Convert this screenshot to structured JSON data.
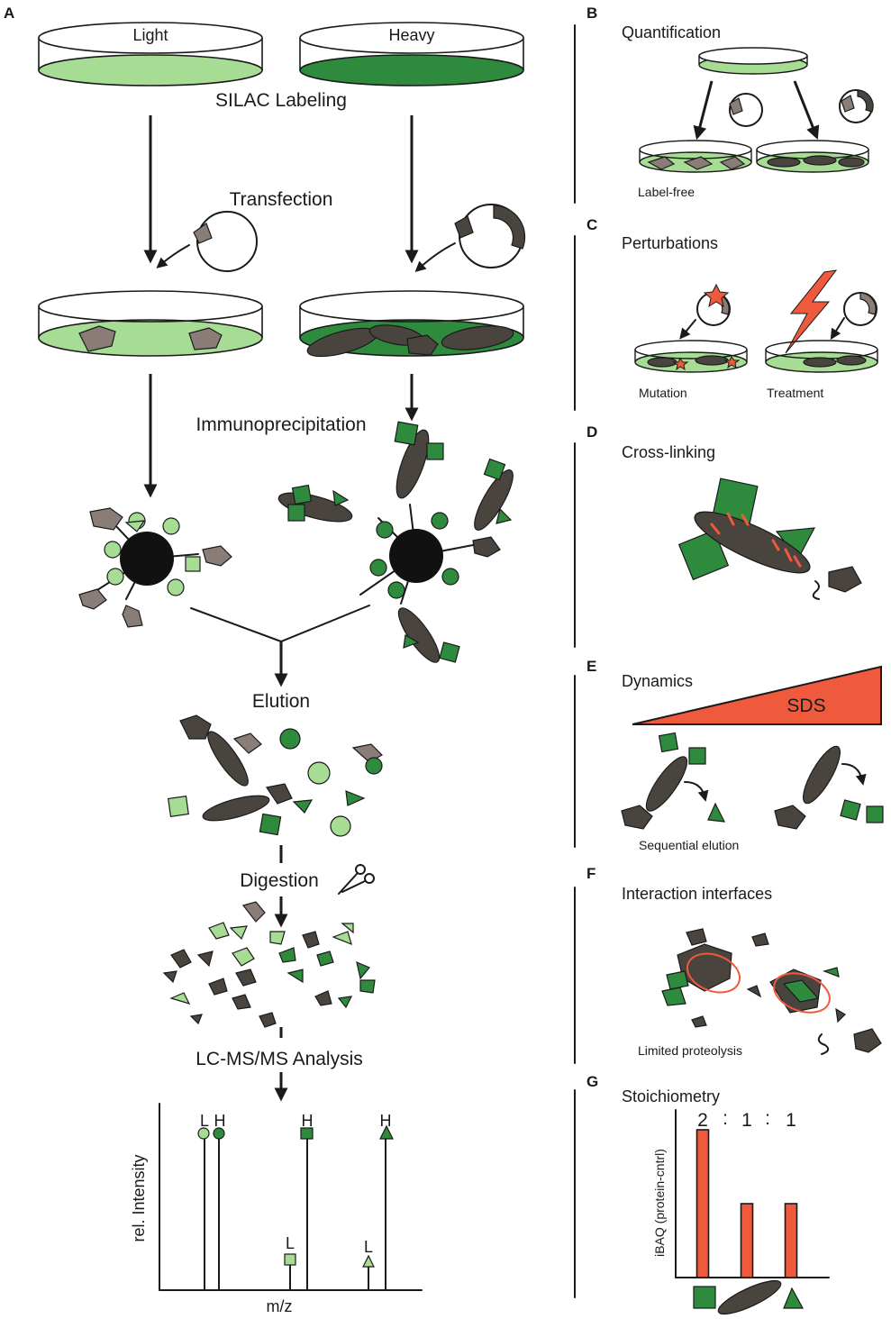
{
  "panels": {
    "A": {
      "letter": "A",
      "light_label": "Light",
      "heavy_label": "Heavy",
      "silac": "SILAC Labeling",
      "transfection": "Transfection",
      "immunoprecipitation": "Immunoprecipitation",
      "elution": "Elution",
      "digestion": "Digestion",
      "lcms": "LC-MS/MS Analysis",
      "y_axis": "rel. Intensity",
      "x_axis": "m/z",
      "peak_labels": [
        "L",
        "H",
        "H",
        "H",
        "L",
        "L"
      ]
    },
    "B": {
      "letter": "B",
      "title": "Quantification",
      "caption": "Label-free"
    },
    "C": {
      "letter": "C",
      "title": "Perturbations",
      "caption_left": "Mutation",
      "caption_right": "Treatment"
    },
    "D": {
      "letter": "D",
      "title": "Cross-linking"
    },
    "E": {
      "letter": "E",
      "title": "Dynamics",
      "gradient_label": "SDS",
      "caption": "Sequential elution"
    },
    "F": {
      "letter": "F",
      "title": "Interaction interfaces",
      "caption": "Limited proteolysis"
    },
    "G": {
      "letter": "G",
      "title": "Stoichiometry",
      "ratio": [
        "2",
        ":",
        "1",
        ":",
        "1"
      ],
      "y_axis": "iBAQ (protein-cntrl)"
    }
  },
  "colors": {
    "light_green": "#a6dc94",
    "dark_green": "#2e8b3e",
    "protein": "#4a443f",
    "tag": "#8a7d78",
    "accent_red": "#f05a3c"
  },
  "chart_data": {
    "type": "bar",
    "categories": [
      "square",
      "ellipse",
      "triangle"
    ],
    "values": [
      2,
      1,
      1
    ],
    "title": "Stoichiometry",
    "xlabel": "",
    "ylabel": "iBAQ (protein-cntrl)"
  }
}
